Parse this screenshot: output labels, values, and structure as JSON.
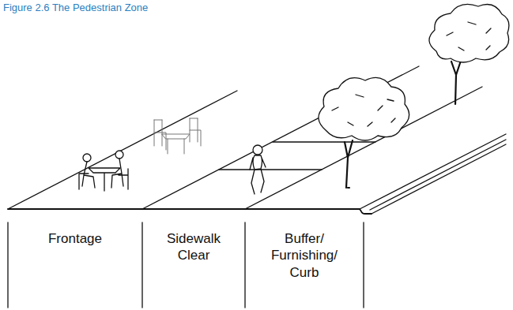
{
  "diagram": {
    "title": "Figure 2.6 The Pedestrian Zone",
    "labels": [
      "Frontage",
      "Sidewalk Clear",
      "Buffer/ Furnishing/ Curb"
    ]
  }
}
